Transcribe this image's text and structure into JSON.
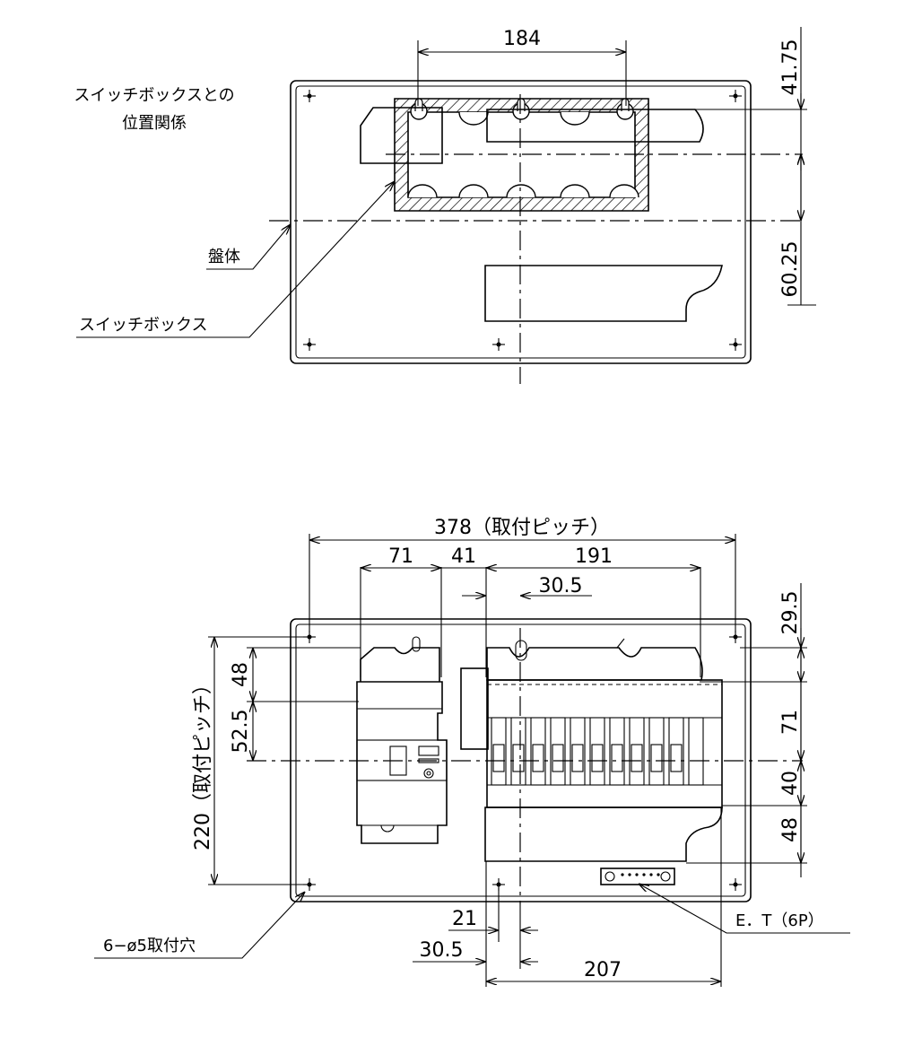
{
  "top_view": {
    "caption_line1": "スイッチボックスとの",
    "caption_line2": "位置関係",
    "dims": {
      "width_184": "184",
      "height_41_75": "41.75",
      "height_60_25": "60.25"
    },
    "labels": {
      "body": "盤体",
      "switch_box": "スイッチボックス"
    }
  },
  "front_view": {
    "dims": {
      "pitch_378": "378（取付ピッチ）",
      "w71": "71",
      "w41": "41",
      "w191": "191",
      "w30_5_top": "30.5",
      "v29_5": "29.5",
      "v71": "71",
      "v40": "40",
      "v48_right": "48",
      "v48_left": "48",
      "v52_5": "52.5",
      "pitch_220": "220（取付ピッチ）",
      "w21": "21",
      "w30_5_bottom": "30.5",
      "w207": "207"
    },
    "labels": {
      "holes": "6−ø5取付穴",
      "terminal": "E．T（6P）"
    }
  }
}
